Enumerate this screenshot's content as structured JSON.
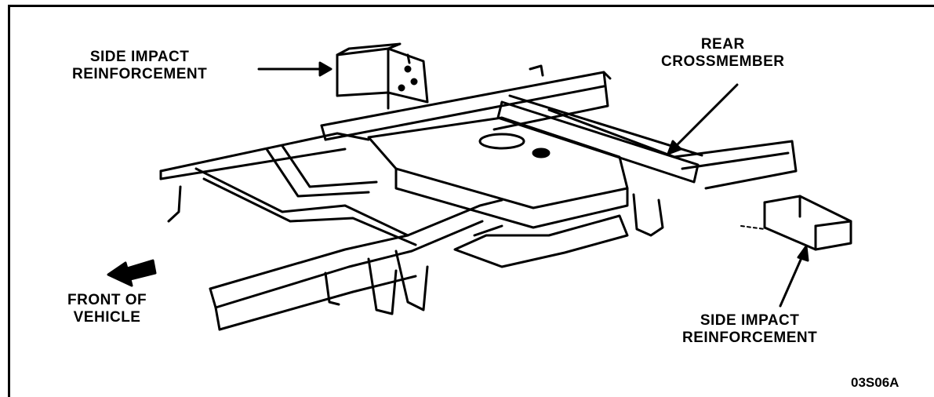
{
  "labels": {
    "side_impact_top": [
      "SIDE IMPACT",
      "REINFORCEMENT"
    ],
    "rear_crossmember": [
      "REAR",
      "CROSSMEMBER"
    ],
    "front_of_vehicle": [
      "FRONT OF",
      "VEHICLE"
    ],
    "side_impact_bottom": [
      "SIDE IMPACT",
      "REINFORCEMENT"
    ]
  },
  "figure_code": "03S06A"
}
